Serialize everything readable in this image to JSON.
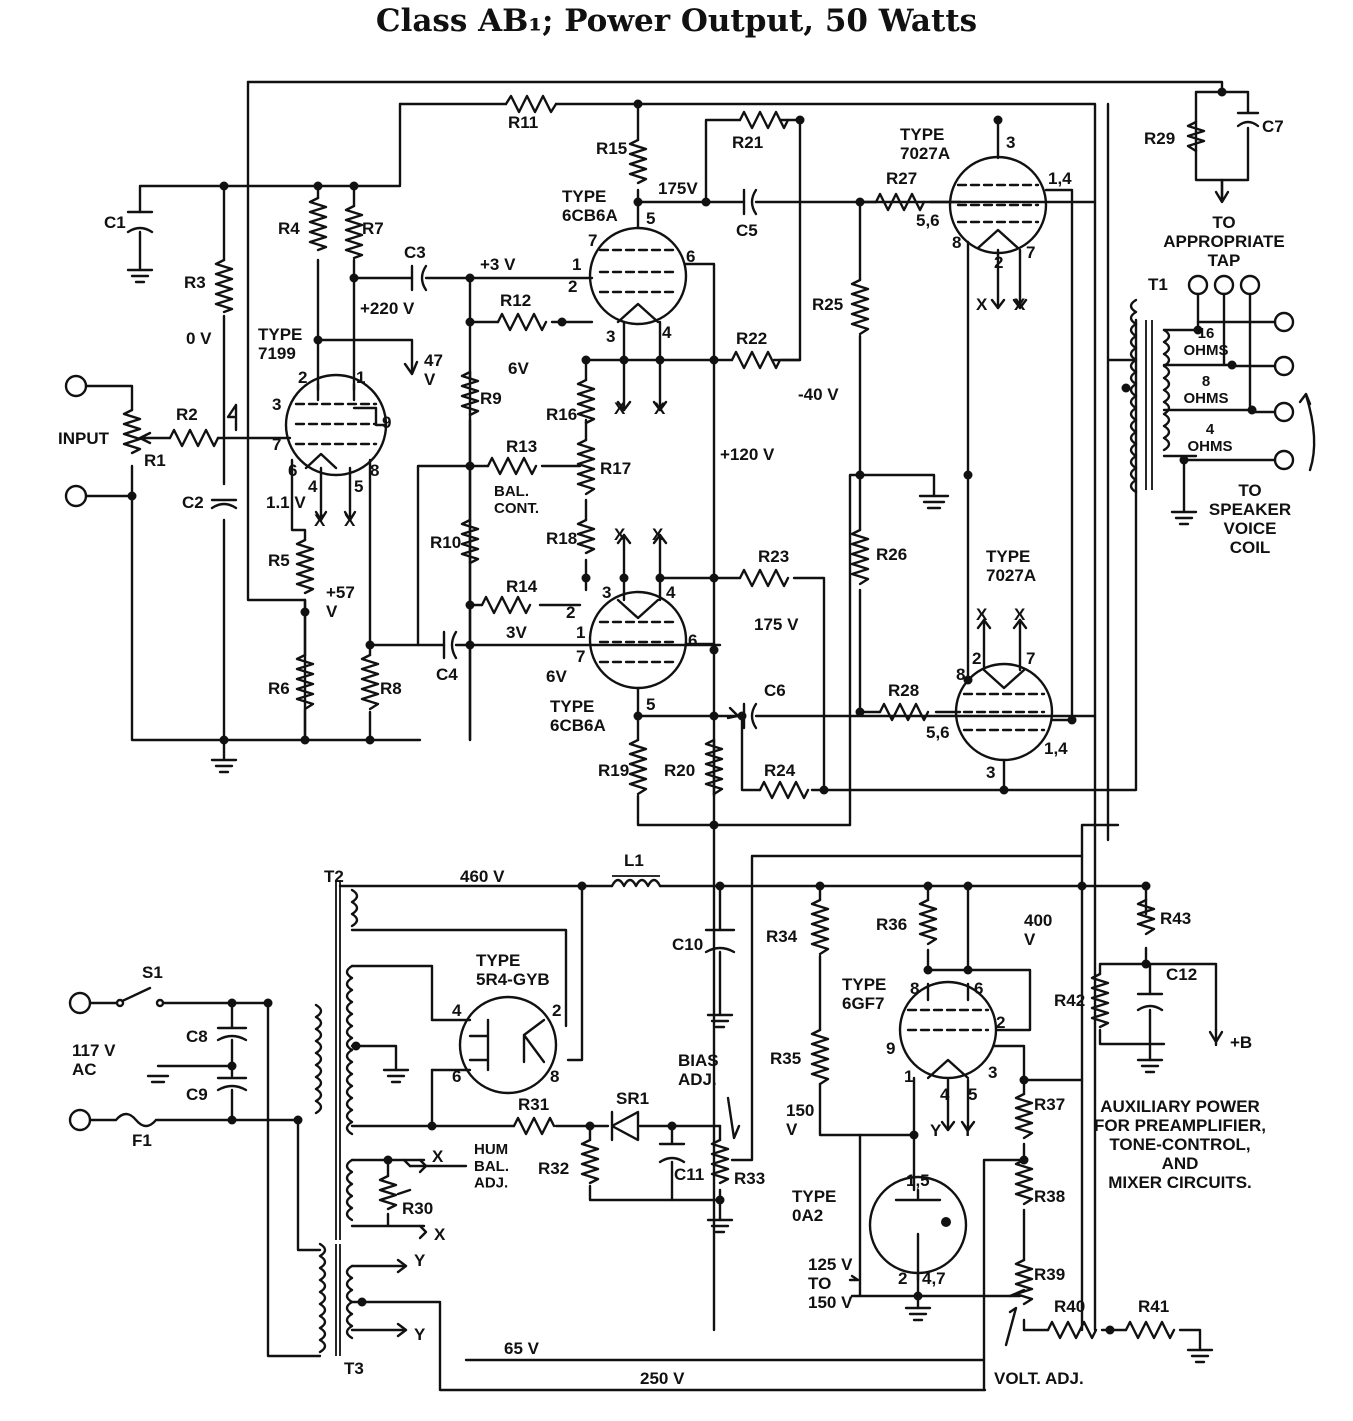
{
  "title": "Class AB₁; Power Output, 50 Watts",
  "components": {
    "resistors": [
      "R1",
      "R2",
      "R3",
      "R4",
      "R5",
      "R6",
      "R7",
      "R8",
      "R9",
      "R10",
      "R11",
      "R12",
      "R13",
      "R14",
      "R15",
      "R16",
      "R17",
      "R18",
      "R19",
      "R20",
      "R21",
      "R22",
      "R23",
      "R24",
      "R25",
      "R26",
      "R27",
      "R28",
      "R29",
      "R30",
      "R31",
      "R32",
      "R33",
      "R34",
      "R35",
      "R36",
      "R37",
      "R38",
      "R39",
      "R40",
      "R41",
      "R42",
      "R43"
    ],
    "capacitors": [
      "C1",
      "C2",
      "C3",
      "C4",
      "C5",
      "C6",
      "C7",
      "C8",
      "C9",
      "C10",
      "C11",
      "C12"
    ],
    "transformers": [
      "T1",
      "T2",
      "T3"
    ],
    "other": {
      "inductor": "L1",
      "switch": "S1",
      "fuse": "F1",
      "rectifier": "SR1"
    }
  },
  "tubes": {
    "v7199": "TYPE\n7199",
    "v6cb6a_top": "TYPE\n6CB6A",
    "v6cb6a_bot": "TYPE\n6CB6A",
    "v7027a_top": "TYPE\n7027A",
    "v7027a_bot": "TYPE\n7027A",
    "v5r4": "TYPE\n5R4-GYB",
    "v6gf7": "TYPE\n6GF7",
    "v0a2": "TYPE\n0A2"
  },
  "voltages": {
    "v175_top": "175V",
    "v3_top": "+3 V",
    "v220": "+220 V",
    "v0": "0 V",
    "v47": "47\nV",
    "v6_top": "6V",
    "v40": "-40 V",
    "v120": "+120 V",
    "v11": "1.1 V",
    "v57": "+57\nV",
    "v3_bot": "3V",
    "v6_bot": "6V",
    "v175_bot": "175 V",
    "v460": "460 V",
    "v400": "400\nV",
    "v150": "150\nV",
    "v125": "125 V\nTO\n150 V",
    "v65": "65 V",
    "v250": "250 V"
  },
  "labels": {
    "input": "INPUT",
    "bal_cont": "BAL.\nCONT.",
    "to_tap": "TO\nAPPROPRIATE\nTAP",
    "ohms16": "16\nOHMS",
    "ohms8": "8\nOHMS",
    "ohms4": "4\nOHMS",
    "to_speaker": "TO\nSPEAKER\nVOICE\nCOIL",
    "ac117": "117 V\nAC",
    "hum_bal": "HUM\nBAL.\nADJ.",
    "bias_adj": "BIAS\nADJ.",
    "plus_b": "+B",
    "aux_power": "AUXILIARY POWER\nFOR PREAMPLIFIER,\nTONE-CONTROL,\nAND\nMIXER CIRCUITS.",
    "volt_adj": "VOLT. ADJ."
  }
}
